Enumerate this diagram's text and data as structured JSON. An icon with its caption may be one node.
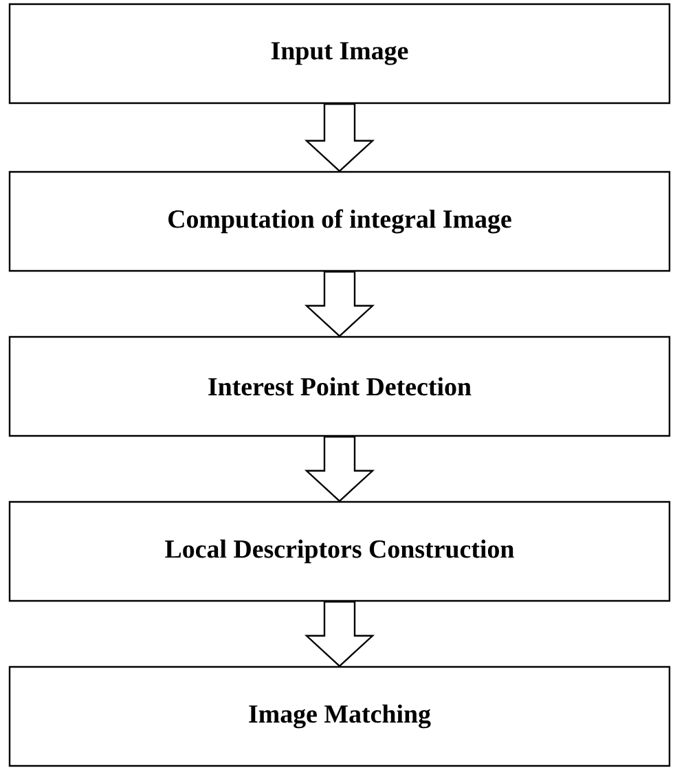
{
  "diagram": {
    "nodes": [
      {
        "text": [
          "Input Image"
        ]
      },
      {
        "text": [
          "Computation of integral Image"
        ]
      },
      {
        "text": [
          "Interest Point Detection"
        ]
      },
      {
        "text": [
          "Local Descriptors Construction"
        ]
      },
      {
        "text": [
          "Image Matching"
        ]
      }
    ],
    "edges": [
      {
        "from": 0,
        "to": 1,
        "arrow": "to"
      },
      {
        "from": 1,
        "to": 2,
        "arrow": "to"
      },
      {
        "from": 2,
        "to": 3,
        "arrow": "to"
      },
      {
        "from": 3,
        "to": 4,
        "arrow": "to"
      }
    ]
  }
}
